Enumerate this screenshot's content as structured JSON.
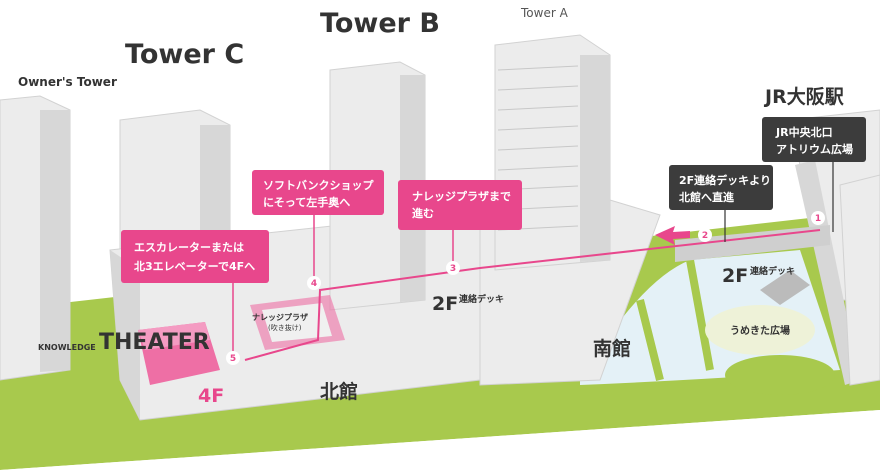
{
  "colors": {
    "accent": "#e8478c",
    "green": "#a8c94d",
    "dark": "#3c3c3c",
    "water": "#e4f1f7"
  },
  "towers": {
    "owners": "Owner's Tower",
    "c": "Tower C",
    "b": "Tower B",
    "a": "Tower A",
    "jr": "JR大阪駅"
  },
  "callouts": {
    "step1": [
      "JR中央北口",
      "アトリウム広場"
    ],
    "step2": [
      "2F連絡デッキより",
      "北館へ直進"
    ],
    "step3": [
      "ナレッジプラザまで",
      "進む"
    ],
    "step4": [
      "ソフトバンクショップ",
      "にそって左手奥へ"
    ],
    "step5": [
      "エスカレーターまたは",
      "北3エレベーターで4Fへ"
    ]
  },
  "steps": [
    "1",
    "2",
    "3",
    "4",
    "5"
  ],
  "labels": {
    "knowledge": "KNOWLEDGE",
    "theater": "THEATER",
    "floor4": "4F",
    "kita": "北館",
    "minami": "南館",
    "floor2": "2F",
    "deck": "連絡デッキ",
    "plaza": "ナレッジプラザ",
    "plaza_sub": "(吹き抜け)",
    "umekita": "うめきた広場"
  }
}
